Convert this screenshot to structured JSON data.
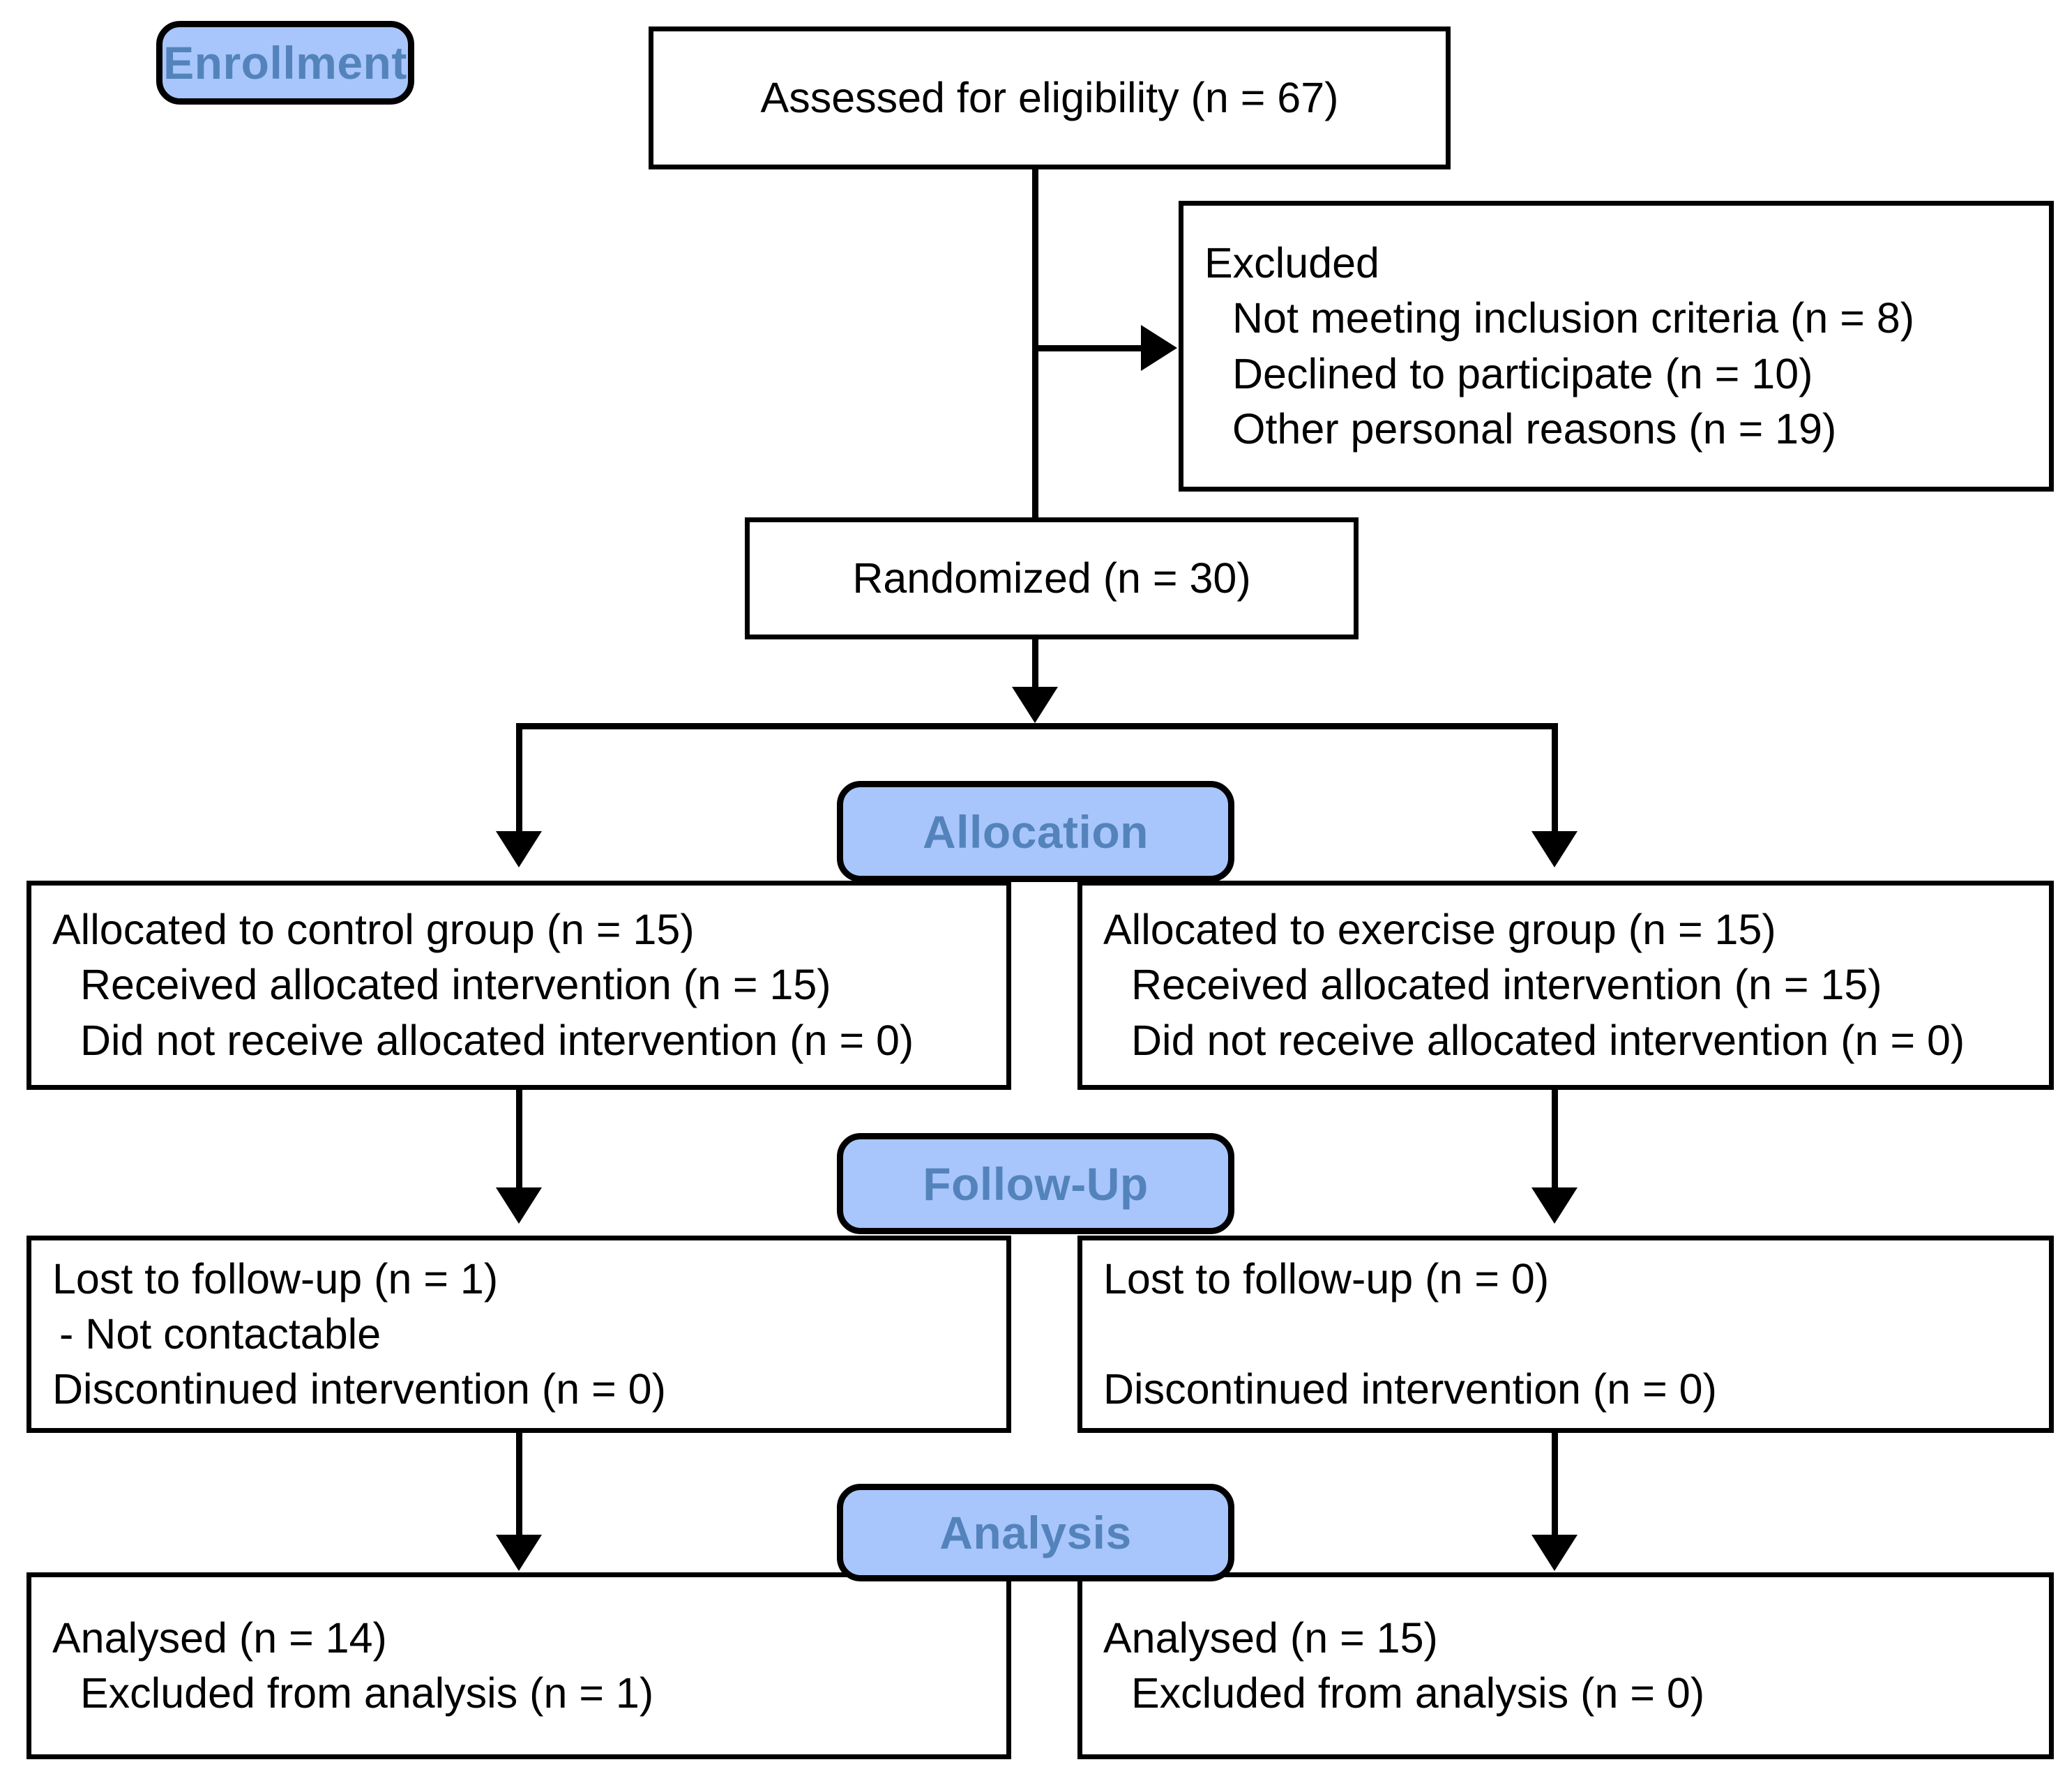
{
  "diagram": {
    "title": "CONSORT participant flow diagram",
    "accent_color": "#a8c6fb",
    "accent_text_color": "#5483bc",
    "line_color": "#000000"
  },
  "stages": {
    "enrollment": "Enrollment",
    "allocation": "Allocation",
    "follow_up": "Follow-Up",
    "analysis": "Analysis"
  },
  "enrollment": {
    "assessed": "Assessed for eligibility (n = 67)",
    "excluded": {
      "heading": "Excluded",
      "reasons": [
        "Not meeting inclusion criteria (n = 8)",
        "Declined to participate (n = 10)",
        "Other personal reasons (n = 19)"
      ]
    },
    "randomized": "Randomized (n = 30)"
  },
  "allocation": {
    "left": {
      "heading": "Allocated to control group (n = 15)",
      "received": "Received allocated intervention (n = 15)",
      "not_received": "Did not receive allocated intervention (n = 0)"
    },
    "right": {
      "heading": "Allocated to exercise group (n = 15)",
      "received": "Received allocated intervention (n = 15)",
      "not_received": "Did not receive allocated intervention (n = 0)"
    }
  },
  "follow_up": {
    "left": {
      "lost": "Lost to follow-up (n = 1)",
      "reason": "- Not contactable",
      "discontinued": "Discontinued intervention (n = 0)"
    },
    "right": {
      "lost": "Lost to follow-up (n = 0)",
      "reason": "",
      "discontinued": "Discontinued intervention (n = 0)"
    }
  },
  "analysis": {
    "left": {
      "analysed": "Analysed (n = 14)",
      "excluded": "Excluded from analysis (n = 1)"
    },
    "right": {
      "analysed": "Analysed (n = 15)",
      "excluded": "Excluded from analysis (n = 0)"
    }
  }
}
